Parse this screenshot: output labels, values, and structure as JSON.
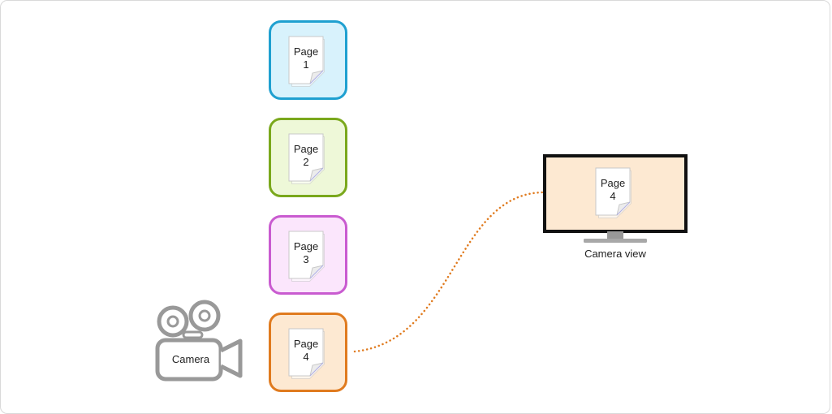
{
  "pages": [
    {
      "label": "Page 1",
      "word": "Page",
      "number": "1",
      "border_color": "#1fa0d0",
      "fill_color": "#d8f2fc"
    },
    {
      "label": "Page 2",
      "word": "Page",
      "number": "2",
      "border_color": "#7aa81c",
      "fill_color": "#eef8d8"
    },
    {
      "label": "Page 3",
      "word": "Page",
      "number": "3",
      "border_color": "#c95bd0",
      "fill_color": "#fbe6fc"
    },
    {
      "label": "Page 4",
      "word": "Page",
      "number": "4",
      "border_color": "#e07b1f",
      "fill_color": "#fde9d2"
    }
  ],
  "camera": {
    "label": "Camera",
    "color": "#999999"
  },
  "monitor": {
    "screen": {
      "word": "Page",
      "number": "4"
    },
    "caption": "Camera view",
    "screen_color": "#fde9d2",
    "bezel_color": "#111111",
    "stand_color": "#9a9a9a"
  },
  "connector": {
    "style": "dotted",
    "color": "#e07b1f",
    "from": "Page 4",
    "to": "Camera view"
  }
}
